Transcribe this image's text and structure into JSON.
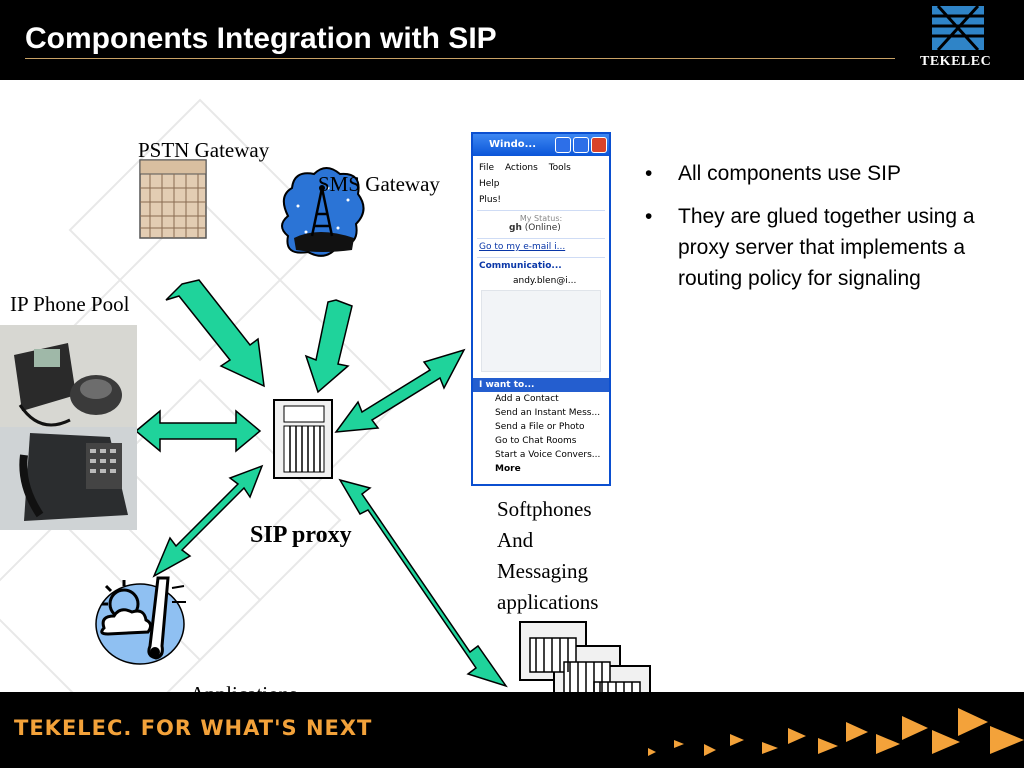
{
  "header": {
    "title": "Components Integration with SIP",
    "logo_text": "TEKELEC"
  },
  "diagram": {
    "labels": {
      "pstn_gateway": "PSTN Gateway",
      "sms_gateway": "SMS Gateway",
      "ip_phone_pool": "IP Phone Pool",
      "sip_proxy": "SIP proxy",
      "softphones": [
        "Softphones",
        "And",
        "Messaging",
        "applications"
      ],
      "applications": "Applications"
    },
    "messenger": {
      "title": "Windo...",
      "menu": [
        "File",
        "Actions",
        "Tools",
        "Help",
        "Plus!"
      ],
      "status_caption": "My Status:",
      "user": "gh",
      "user_status": "(Online)",
      "email_link": "Go to my e-mail i...",
      "group": "Communicatio...",
      "contact": "andy.blen@i...",
      "want_to": "I want to...",
      "actions": [
        "Add a Contact",
        "Send an Instant Mess...",
        "Send a File or Photo",
        "Go to Chat Rooms",
        "Start a Voice Convers..."
      ],
      "more": "More"
    },
    "colors": {
      "arrow": "#1fd39b",
      "accent": "#f3a23a"
    }
  },
  "bullets": [
    "All components use SIP",
    "They are glued together using a proxy server that implements a routing policy for signaling"
  ],
  "bullet_marker": "•",
  "footer": {
    "tagline": "TEKELEC. FOR WHAT'S NEXT"
  }
}
